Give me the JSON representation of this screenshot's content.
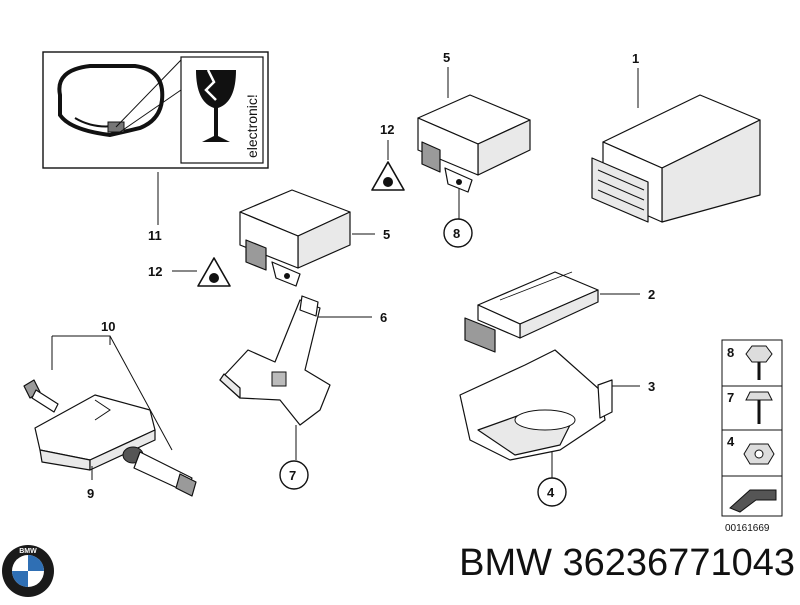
{
  "brand_line": "BMW 36236771043",
  "logo": {
    "letters": "BMW",
    "colors": {
      "blue": "#2f6fb4",
      "ring": "#1a1a1a"
    }
  },
  "warning_box": {
    "text": "electronic!",
    "icon": "fragile-glass-icon"
  },
  "diagram_code": "00161669",
  "callouts": {
    "c1": "1",
    "c2": "2",
    "c3": "3",
    "c4": "4",
    "c5a": "5",
    "c5b": "5",
    "c6": "6",
    "c7": "7",
    "c8": "8",
    "c9": "9",
    "c10": "10",
    "c11": "11",
    "c12a": "12",
    "c12b": "12"
  },
  "legend": {
    "s8": "8",
    "s7": "7",
    "s4": "4"
  }
}
